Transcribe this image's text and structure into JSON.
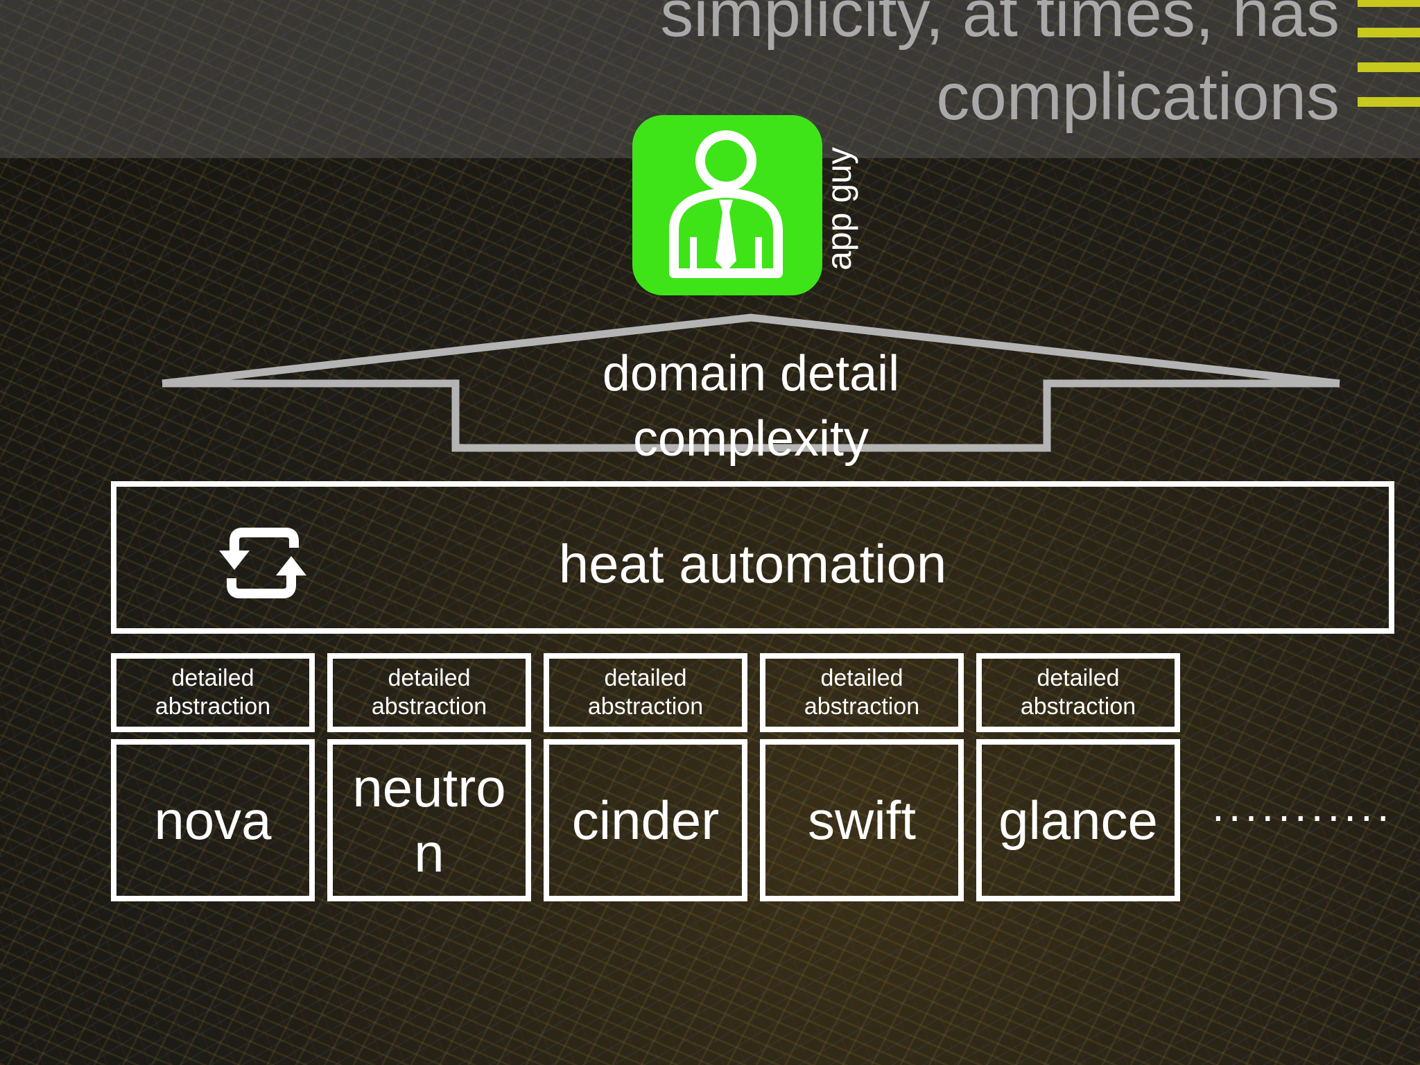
{
  "title": {
    "line1": "simplicity, at times, has",
    "line2": "complications"
  },
  "app_icon": {
    "caption": "app guy",
    "icon": "person-with-tie-icon",
    "color": "#3ee418"
  },
  "domain": {
    "line1": "domain detail",
    "line2": "complexity"
  },
  "heat": {
    "label": "heat automation",
    "icon": "refresh-cycle-icon"
  },
  "abstractions": [
    {
      "line1": "detailed",
      "line2": "abstraction"
    },
    {
      "line1": "detailed",
      "line2": "abstraction"
    },
    {
      "line1": "detailed",
      "line2": "abstraction"
    },
    {
      "line1": "detailed",
      "line2": "abstraction"
    },
    {
      "line1": "detailed",
      "line2": "abstraction"
    }
  ],
  "services": [
    {
      "line1": "nova",
      "line2": ""
    },
    {
      "line1": "neutro",
      "line2": "n"
    },
    {
      "line1": "cinder",
      "line2": ""
    },
    {
      "line1": "swift",
      "line2": ""
    },
    {
      "line1": "glance",
      "line2": ""
    }
  ],
  "more": "...........",
  "colors": {
    "accent": "#c8c81e",
    "outline": "#ffffff",
    "title_text": "#a9a9a9",
    "roof_line": "#b4b4b4"
  }
}
